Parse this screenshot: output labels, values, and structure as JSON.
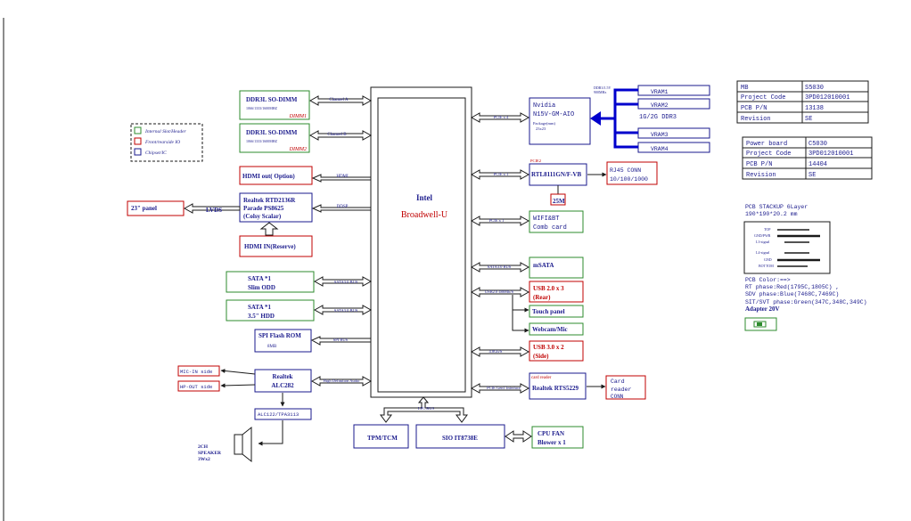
{
  "legend": {
    "internal": "Internal Slot/Header",
    "front_rear": "Front/rearside IO",
    "chipset": "Chipset/IC"
  },
  "cpu": {
    "vendor": "Intel",
    "name": "Broadwell-U"
  },
  "left_blocks": {
    "dimm_a": {
      "title": "DDR3L SO-DIMM",
      "speed": "1066/1333/1600MHZ",
      "tag": "DIMM1",
      "bus": "Channel A"
    },
    "dimm_b": {
      "title": "DDR3L SO-DIMM",
      "speed": "1066/1333/1600MHZ",
      "tag": "DIMM2",
      "bus": "Channel B"
    },
    "hdmi_out": {
      "title": "HDMI out( Option)",
      "bus": "HDMI"
    },
    "scaler": {
      "line1": "Realtek RTD2136R",
      "line2": "Parade PS8625",
      "line3": "(Colsy Scalar)",
      "bus": "DDSP"
    },
    "panel": {
      "title": "23\" panel",
      "bus": "LVDS"
    },
    "hdmi_in": {
      "title": "HDMI IN(Reserve)"
    },
    "sata_odd": {
      "line1": "SATA *1",
      "line2": "Slim ODD",
      "bus": "SATA3.0 BUS"
    },
    "sata_hdd": {
      "line1": "SATA *1",
      "line2": "3.5\" HDD",
      "bus": "SATA3.0 BUS"
    },
    "spi": {
      "line1": "SPI Flash ROM",
      "line2": "8MB",
      "bus": "SPI BUS"
    },
    "audio": {
      "line1": "Realtek",
      "line2": "ALC282",
      "bus": "High Definition Audio",
      "mic": "MIC-IN side",
      "hp": "HP-OUT side",
      "amp": "ALC122/TPA3113",
      "spk1": "2CH",
      "spk2": "SPEAKER",
      "spk3": "3Wx2"
    }
  },
  "right_blocks": {
    "gpu": {
      "line1": "Nvidia",
      "line2": "N15V-GM-AIO",
      "line3": "Package(mm)",
      "line4": "23x23",
      "bus": "PCIE x 4",
      "mem_note1": "DDR3/1.5V",
      "mem_note2": "900MHz",
      "vram_label": "1G/2G DDR3",
      "vram": [
        "VRAM1",
        "VRAM2",
        "VRAM3",
        "VRAM4"
      ]
    },
    "lan": {
      "title": "RTL8111GN/F-VB",
      "tag": "PCIE2",
      "bus": "PCIE x 1",
      "rj45_1": "RJ45 CONN",
      "rj45_2": "10/100/1000",
      "xtal": "25M"
    },
    "wifi": {
      "line1": "WIFI&BT",
      "line2": "Comb card",
      "bus": "PCIE x 1"
    },
    "msata": {
      "title": "mSATA",
      "bus": "SATA3.0 BUS"
    },
    "usb2": {
      "line1": "USB 2.0  x 3",
      "line2": "(Rear)",
      "bus": "USB2.0 480Mb/S",
      "touch": "Touch panel",
      "webcam": "Webcam/Mic"
    },
    "usb3": {
      "line1": "USB 3.0  x 2",
      "line2": "(Side)",
      "bus": "4.8Gb/S"
    },
    "card": {
      "tag": "card reader",
      "title": "Realtek RTS5229",
      "bus": "PCIE Gen1 Interface",
      "conn1": "Card",
      "conn2": "reader",
      "conn3": "CONN"
    },
    "lpc": {
      "bus": "LPC BUS",
      "tpm": "TPM/TCM",
      "sio": "SIO IT8738E",
      "fan1": "CPU FAN",
      "fan2": "Blower x 1"
    }
  },
  "mb_table": [
    [
      "MB",
      "S5030"
    ],
    [
      "Project Code",
      "3PD012010001"
    ],
    [
      "PCB P/N",
      "13138"
    ],
    [
      "Revision",
      "SE"
    ]
  ],
  "power_table": [
    [
      "Power board",
      "C5030"
    ],
    [
      "Project Code",
      "3PD012010001"
    ],
    [
      "PCB P/N",
      "14404"
    ],
    [
      "Revision",
      "SE"
    ]
  ],
  "stackup": {
    "title": "PCB STACKUP 6Layer",
    "size": "190*190*20.2 mm",
    "layers": [
      "TOP",
      "GND/PWR",
      "L3-signal",
      "L4-signal",
      "GND",
      "BOTTOM"
    ]
  },
  "pcb_color": {
    "title": "PCB Color:==>",
    "rt": "RT phase:Red(1795C,1805C) ,",
    "sdv": "SDV phase:Blue(7468C,7469C)",
    "sit": "SIT/SVT phase:Green(347C,348C,349C)",
    "adapter": "Adapter 20V"
  }
}
